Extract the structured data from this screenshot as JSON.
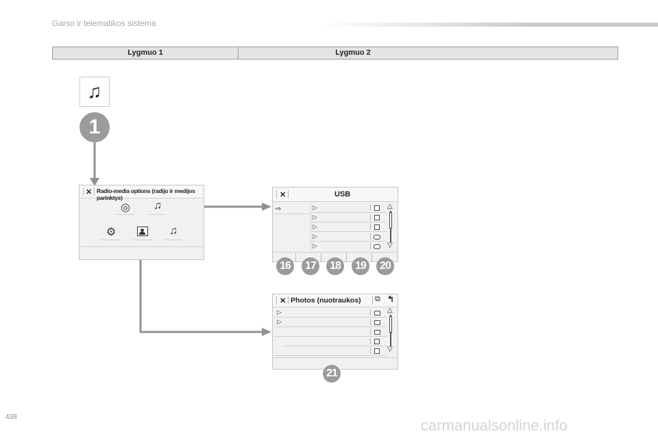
{
  "header": {
    "title": "Garso ir telematikos sistema",
    "levels": [
      "Lygmuo 1",
      "Lygmuo 2"
    ]
  },
  "level1": {
    "music_icon": "music-note-icon",
    "badge": "1"
  },
  "radio_panel": {
    "close": "✕",
    "title": "Radio-media options (radijo ir medijos parinktys)",
    "icons": [
      "radio-icon",
      "music-icon",
      "radio-settings-icon",
      "photo-icon",
      "music-settings-icon"
    ]
  },
  "usb_panel": {
    "close": "✕",
    "title": "USB",
    "badges": [
      "16",
      "17",
      "18",
      "19",
      "20"
    ]
  },
  "photos_panel": {
    "close": "✕",
    "title": "Photos (nuotraukos)",
    "badge": "21"
  },
  "footer": {
    "page_number": "438",
    "watermark": "carmanualsonline.info"
  },
  "colors": {
    "badge": "#9b9b9b",
    "arrow": "#8c9196",
    "panel_bg": "#f1f1f1"
  }
}
